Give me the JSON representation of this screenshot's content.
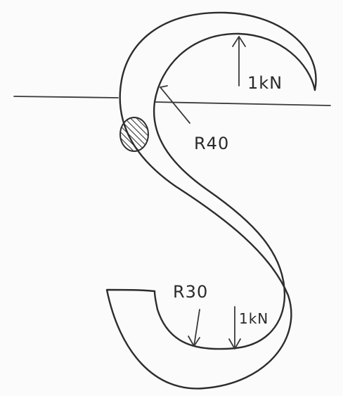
{
  "diagram": {
    "labels": {
      "top_radius": "R40",
      "top_load": "1kN",
      "bottom_radius": "R30",
      "bottom_load": "1kN"
    },
    "colors": {
      "ink": "#2d2d2d",
      "paper": "#fbfbfb"
    }
  }
}
